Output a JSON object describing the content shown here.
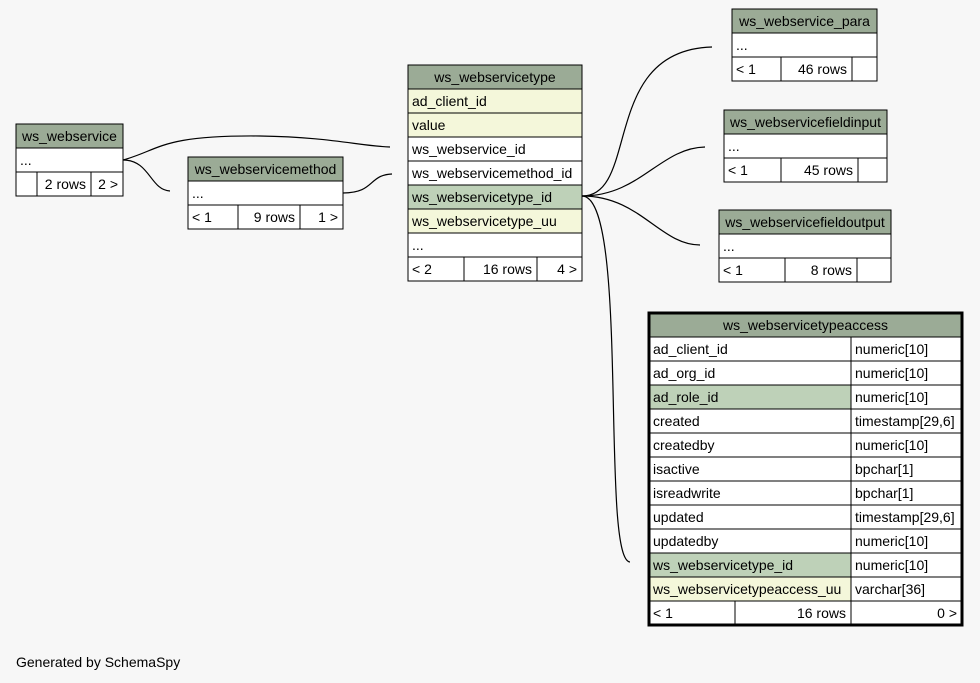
{
  "footer": "Generated by SchemaSpy",
  "tables": [
    {
      "id": "ws_webservice",
      "name": "ws_webservice",
      "rows": [
        {
          "col": "...",
          "type": ""
        }
      ],
      "footer": [
        "",
        "2 rows",
        "2 >"
      ]
    },
    {
      "id": "ws_webservicemethod",
      "name": "ws_webservicemethod",
      "rows": [
        {
          "col": "...",
          "type": ""
        }
      ],
      "footer": [
        "< 1",
        "9 rows",
        "1 >"
      ]
    },
    {
      "id": "ws_webservicetype",
      "name": "ws_webservicetype",
      "rows": [
        {
          "col": "ad_client_id",
          "type": "",
          "kind": "idx"
        },
        {
          "col": "value",
          "type": "",
          "kind": "idx"
        },
        {
          "col": "ws_webservice_id",
          "type": ""
        },
        {
          "col": "ws_webservicemethod_id",
          "type": ""
        },
        {
          "col": "ws_webservicetype_id",
          "type": "",
          "kind": "pk"
        },
        {
          "col": "ws_webservicetype_uu",
          "type": "",
          "kind": "idx"
        },
        {
          "col": "...",
          "type": ""
        }
      ],
      "footer": [
        "< 2",
        "16 rows",
        "4 >"
      ]
    },
    {
      "id": "ws_webservice_para",
      "name": "ws_webservice_para",
      "rows": [
        {
          "col": "...",
          "type": ""
        }
      ],
      "footer": [
        "< 1",
        "46 rows",
        ""
      ]
    },
    {
      "id": "ws_webservicefieldinput",
      "name": "ws_webservicefieldinput",
      "rows": [
        {
          "col": "...",
          "type": ""
        }
      ],
      "footer": [
        "< 1",
        "45 rows",
        ""
      ]
    },
    {
      "id": "ws_webservicefieldoutput",
      "name": "ws_webservicefieldoutput",
      "rows": [
        {
          "col": "...",
          "type": ""
        }
      ],
      "footer": [
        "< 1",
        "8 rows",
        ""
      ]
    },
    {
      "id": "ws_webservicetypeaccess",
      "name": "ws_webservicetypeaccess",
      "focus": true,
      "rows": [
        {
          "col": "ad_client_id",
          "type": "numeric[10]"
        },
        {
          "col": "ad_org_id",
          "type": "numeric[10]"
        },
        {
          "col": "ad_role_id",
          "type": "numeric[10]",
          "kind": "pk"
        },
        {
          "col": "created",
          "type": "timestamp[29,6]"
        },
        {
          "col": "createdby",
          "type": "numeric[10]"
        },
        {
          "col": "isactive",
          "type": "bpchar[1]"
        },
        {
          "col": "isreadwrite",
          "type": "bpchar[1]"
        },
        {
          "col": "updated",
          "type": "timestamp[29,6]"
        },
        {
          "col": "updatedby",
          "type": "numeric[10]"
        },
        {
          "col": "ws_webservicetype_id",
          "type": "numeric[10]",
          "kind": "pk"
        },
        {
          "col": "ws_webservicetypeaccess_uu",
          "type": "varchar[36]",
          "kind": "idx"
        }
      ],
      "footer": [
        "< 1",
        "16 rows",
        "0 >"
      ]
    }
  ]
}
